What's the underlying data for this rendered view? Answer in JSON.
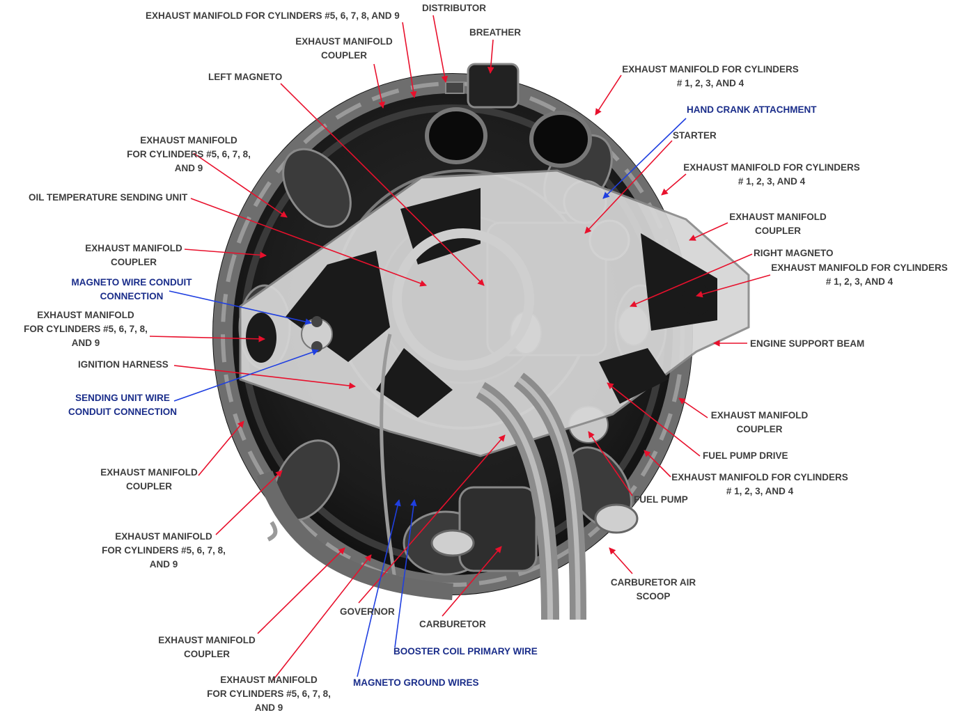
{
  "colors": {
    "callout_red": "#e8102c",
    "callout_blue": "#1f3fe0",
    "label_text": "#3d3d3d",
    "label_blue": "#1a2d8a"
  },
  "labels": {
    "exh_59_top": "EXHAUST MANIFOLD FOR CYLINDERS #5, 6, 7, 8, AND 9",
    "distributor": "DISTRIBUTOR",
    "breather": "BREATHER",
    "exh_coupler_top": "EXHAUST MANIFOLD\nCOUPLER",
    "left_magneto": "LEFT MAGNETO",
    "exh_14_top": "EXHAUST MANIFOLD FOR CYLINDERS\n# 1, 2, 3, AND 4",
    "hand_crank": "HAND CRANK ATTACHMENT",
    "starter": "STARTER",
    "exh_59_left1": "EXHAUST MANIFOLD\nFOR CYLINDERS #5, 6, 7, 8,\nAND 9",
    "exh_14_right1": "EXHAUST MANIFOLD FOR CYLINDERS\n# 1, 2, 3, AND 4",
    "oil_temp": "OIL TEMPERATURE SENDING UNIT",
    "exh_coupler_right1": "EXHAUST MANIFOLD\nCOUPLER",
    "exh_coupler_left1": "EXHAUST MANIFOLD\nCOUPLER",
    "right_magneto": "RIGHT MAGNETO",
    "exh_14_right2": "EXHAUST MANIFOLD FOR CYLINDERS\n# 1, 2, 3, AND 4",
    "magneto_conduit": "MAGNETO WIRE CONDUIT\nCONNECTION",
    "exh_59_left2": "EXHAUST MANIFOLD\nFOR CYLINDERS #5, 6, 7, 8,\nAND 9",
    "engine_support": "ENGINE SUPPORT BEAM",
    "ignition_harness": "IGNITION HARNESS",
    "sending_conduit": "SENDING UNIT WIRE\nCONDUIT CONNECTION",
    "exh_coupler_right2": "EXHAUST MANIFOLD\nCOUPLER",
    "fuel_pump_drive": "FUEL PUMP DRIVE",
    "exh_coupler_left2": "EXHAUST MANIFOLD\nCOUPLER",
    "exh_14_right3": "EXHAUST MANIFOLD FOR CYLINDERS\n# 1, 2, 3, AND 4",
    "fuel_pump": "FUEL PUMP",
    "exh_59_left3": "EXHAUST MANIFOLD\nFOR CYLINDERS #5, 6, 7, 8,\nAND 9",
    "carb_scoop": "CARBURETOR AIR\nSCOOP",
    "governor": "GOVERNOR",
    "carburetor": "CARBURETOR",
    "exh_coupler_bottom": "EXHAUST MANIFOLD\nCOUPLER",
    "booster_coil": "BOOSTER COIL PRIMARY WIRE",
    "magneto_ground": "MAGNETO GROUND WIRES",
    "exh_59_bottom": "EXHAUST MANIFOLD\nFOR CYLINDERS #5, 6, 7, 8,\nAND 9"
  }
}
